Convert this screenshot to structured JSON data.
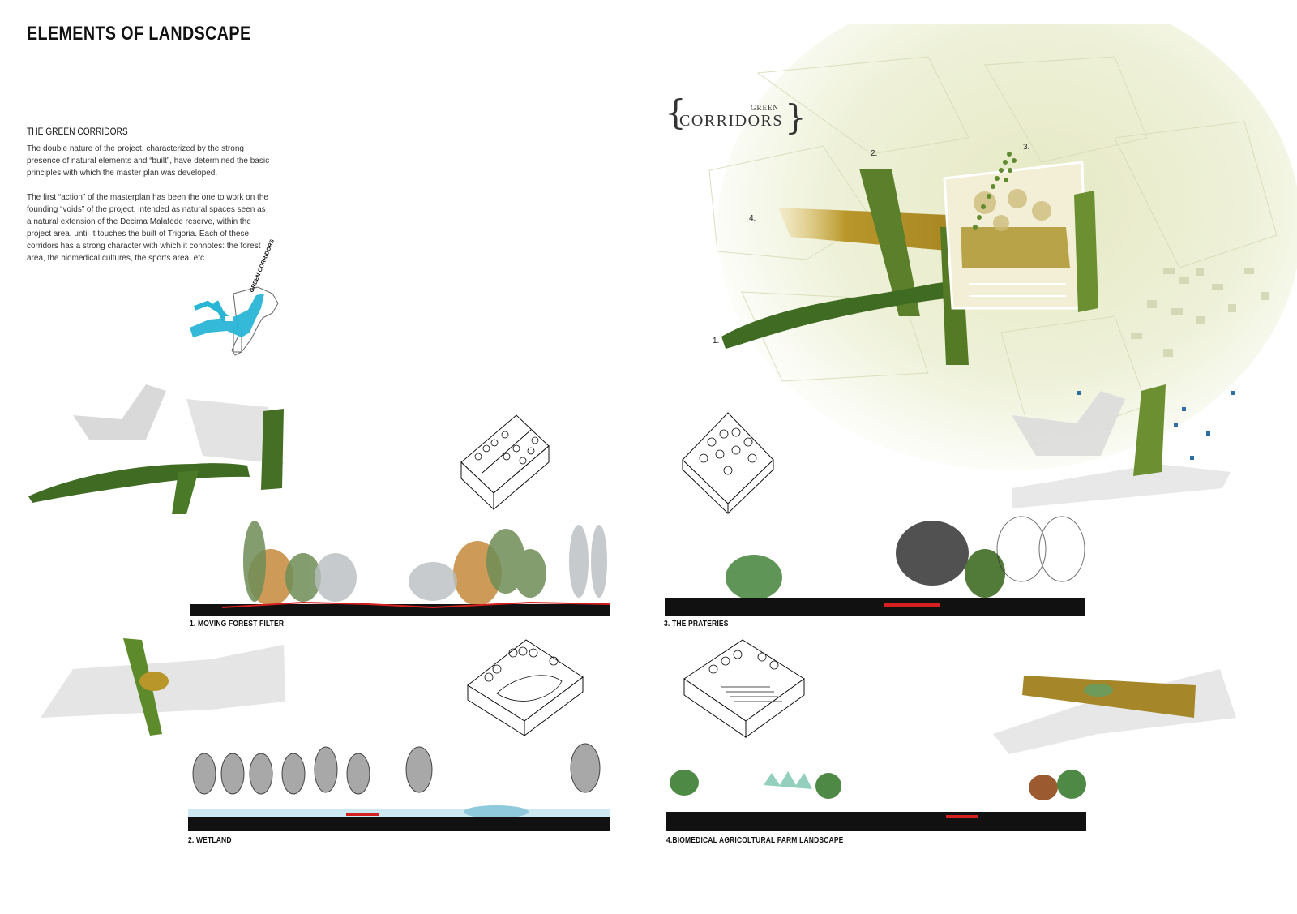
{
  "page": {
    "title": "ELEMENTS OF LANDSCAPE"
  },
  "intro": {
    "heading": "THE GREEN CORRIDORS",
    "paragraph_1": "The double nature of the project, characterized by the strong presence of natural elements and “built”, have determined the basic principles with which the master plan was developed.",
    "paragraph_2": "The first “action” of the masterplan has been the one to work on the founding “voids” of the project, intended as natural spaces seen as a natural extension of the Decima Malafede reserve, within the project area, until it touches the built of Trigoria. Each of these corridors has a strong character with which it connotes: the forest area, the biomedical cultures, the sports area, etc."
  },
  "key_map": {
    "label": "GREEN CORRIDORS",
    "color": "#29b6d6"
  },
  "masterplan": {
    "title_small": "GREEN",
    "title_large": "CORRIDORS",
    "markers": [
      "1.",
      "2.",
      "3.",
      "4."
    ]
  },
  "sections": {
    "s1": {
      "label": "1. MOVING FOREST FILTER"
    },
    "s2": {
      "label": "2. WETLAND"
    },
    "s3": {
      "label": "3. THE PRATERIES"
    },
    "s4": {
      "label": "4.BIOMEDICAL AGRICOLTURAL FARM LANDSCAPE"
    }
  },
  "colors": {
    "forest_green": "#3f6b22",
    "ochre": "#b8962a",
    "path_red": "#d62020",
    "water_blue": "#bfe3ef",
    "accent_cyan": "#29b6d6"
  }
}
